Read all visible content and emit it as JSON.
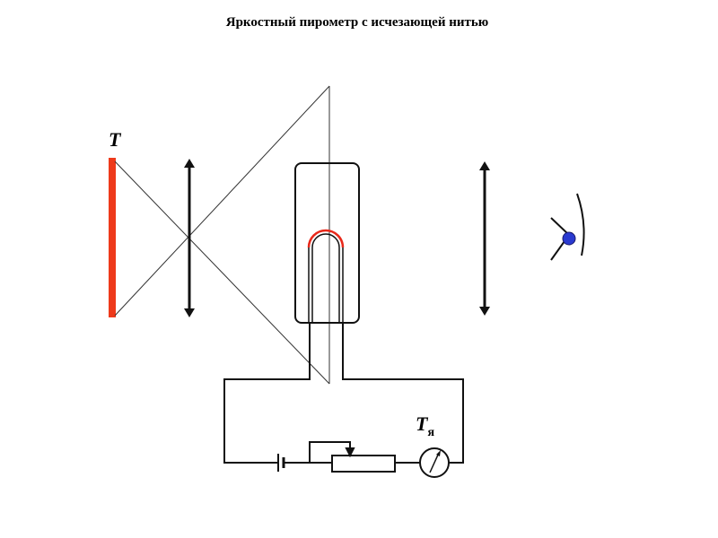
{
  "title": "Яркостный пирометр с исчезающей нитью",
  "labels": {
    "source_label": "Т",
    "lamp_label_main": "Т",
    "lamp_label_sub": "я"
  },
  "colors": {
    "line": "#222222",
    "source": "#ee3a1b",
    "filament_hot": "#e8281a",
    "eye_pupil": "#2a3ad0",
    "eye_pupil_edge": "#1a1a6a"
  }
}
